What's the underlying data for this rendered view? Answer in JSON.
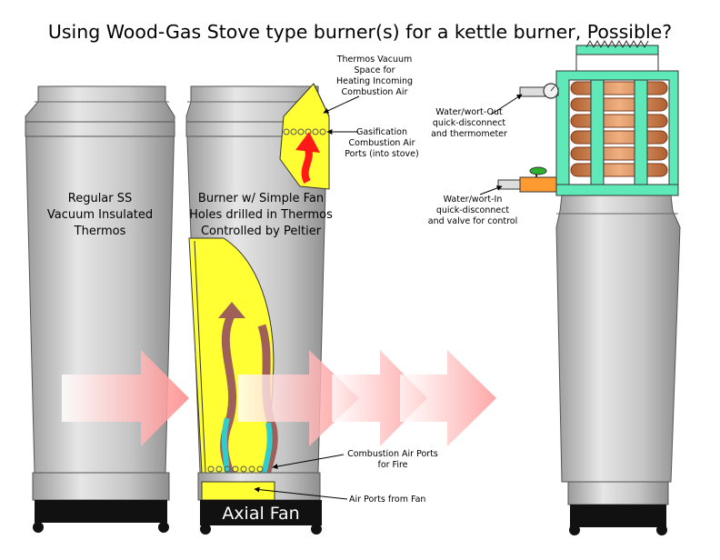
{
  "title": "Using Wood-Gas Stove type burner(s) for a kettle burner, Possible?",
  "thermos_label": [
    "Regular SS",
    "Vacuum Insulated",
    "Thermos"
  ],
  "burner_label": [
    "Burner w/ Simple Fan",
    "Holes drilled in Thermos",
    "Controlled by Peltier"
  ],
  "callouts": {
    "vacuum_space": [
      "Thermos Vacuum",
      "Space for",
      "Heating Incoming",
      "Combustion Air"
    ],
    "gasification": [
      "Gasification",
      "Combustion Air",
      "Ports (into stove)"
    ],
    "combustion_ports": [
      "Combustion Air Ports",
      "for Fire"
    ],
    "fan_ports": "Air Ports from Fan",
    "water_out": [
      "Water/wort-Out",
      "quick-disconnect",
      "and thermometer"
    ],
    "water_in": [
      "Water/wort-In",
      "quick-disconnect",
      "and valve for control"
    ]
  },
  "fan_label": "Axial Fan",
  "colors": {
    "steel": "#c8c8c8",
    "insulation": "#ffff33",
    "frame": "#5fe8b8",
    "copper": "#c87840",
    "arrow": "#ff8c8c",
    "flame_outer": "#a0605a",
    "flame_inner": "#33cccc",
    "hot_air": "#ff1a1a"
  }
}
